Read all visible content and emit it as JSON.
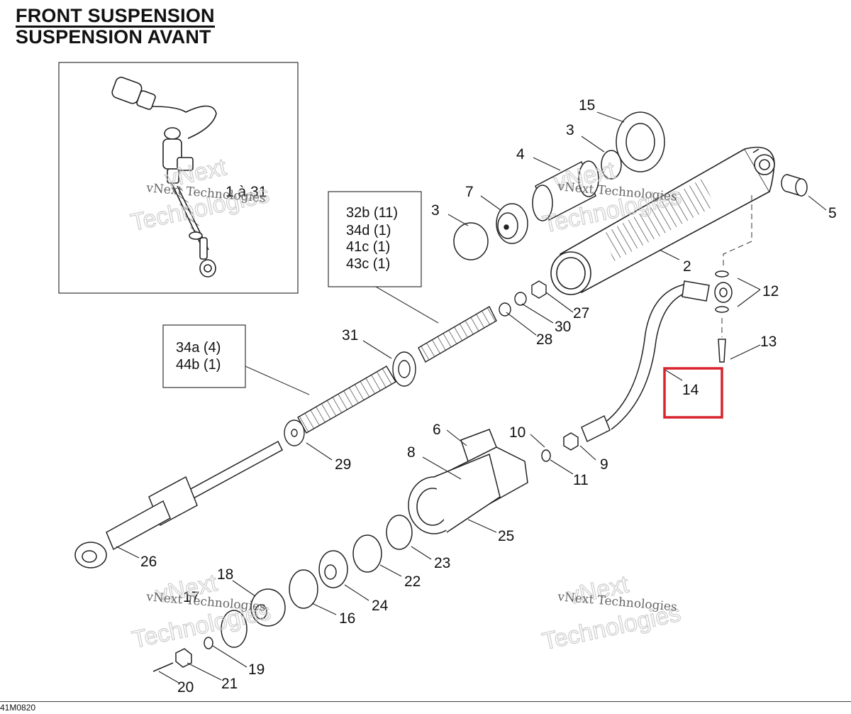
{
  "titles": {
    "en": "FRONT SUSPENSION",
    "fr": "SUSPENSION AVANT"
  },
  "inset": {
    "label": "1 à 31"
  },
  "kit_box_1": {
    "lines": [
      "32b (11)",
      "34d (1)",
      "41c (1)",
      "43c (1)"
    ]
  },
  "kit_box_2": {
    "lines": [
      "34a (4)",
      "44b (1)"
    ]
  },
  "callouts": [
    "15",
    "3",
    "4",
    "7",
    "3",
    "5",
    "2",
    "12",
    "27",
    "30",
    "28",
    "31",
    "13",
    "14",
    "10",
    "6",
    "8",
    "9",
    "11",
    "29",
    "25",
    "26",
    "23",
    "22",
    "18",
    "17",
    "24",
    "16",
    "19",
    "21",
    "20"
  ],
  "highlight": {
    "label": "14",
    "color": "#d9232e"
  },
  "watermark": {
    "text": "vNext Technologies",
    "big_line1": "vNext",
    "big_line2": "Technologies"
  },
  "footer": {
    "code": "41M0820"
  }
}
